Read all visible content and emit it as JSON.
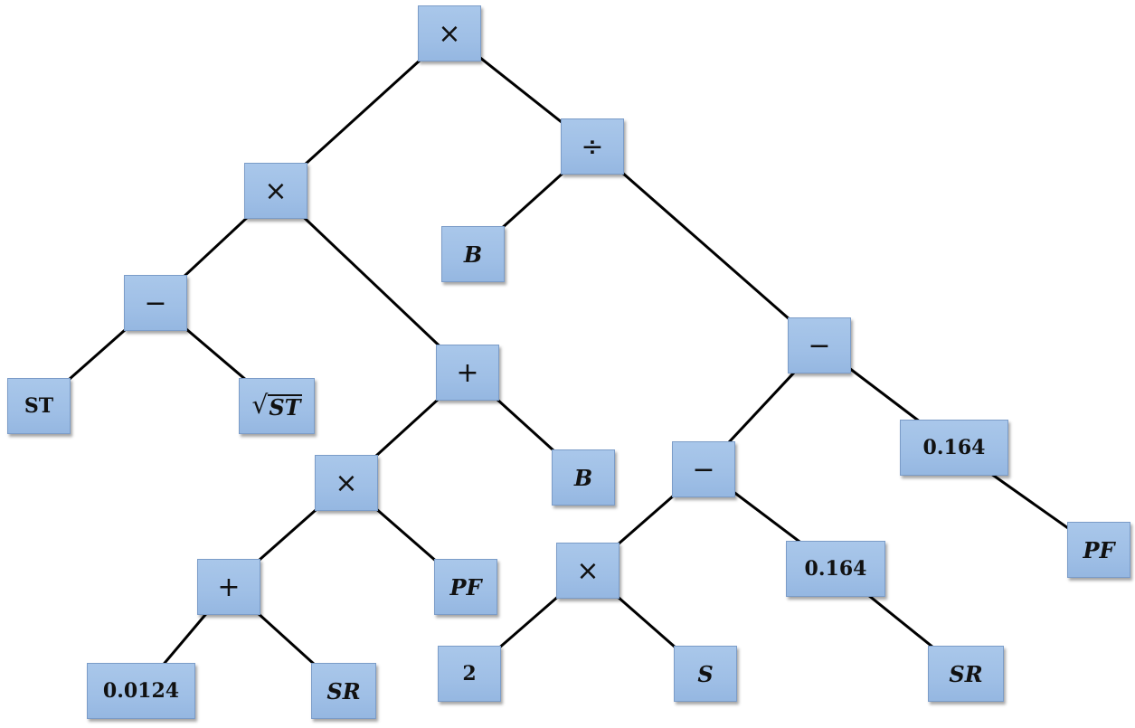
{
  "nodes": {
    "n1": {
      "label": "×",
      "kind": "operator"
    },
    "n2": {
      "label": "×",
      "kind": "operator"
    },
    "n3": {
      "label": "÷",
      "kind": "operator"
    },
    "n4": {
      "label": "B",
      "kind": "variable"
    },
    "n5": {
      "label": "−",
      "kind": "operator"
    },
    "n6": {
      "label": "ST",
      "kind": "variable"
    },
    "n7": {
      "label": "ST",
      "kind": "sqrt"
    },
    "n8": {
      "label": "+",
      "kind": "operator"
    },
    "n9": {
      "label": "×",
      "kind": "operator"
    },
    "n10": {
      "label": "B",
      "kind": "variable"
    },
    "n11": {
      "label": "+",
      "kind": "operator"
    },
    "n12": {
      "label": "PF",
      "kind": "variable"
    },
    "n13": {
      "label": "0.0124",
      "kind": "number"
    },
    "n14": {
      "label": "SR",
      "kind": "variable"
    },
    "n15": {
      "label": "−",
      "kind": "operator"
    },
    "n16": {
      "label": "−",
      "kind": "operator"
    },
    "n17": {
      "label": "0.164",
      "kind": "number"
    },
    "n18": {
      "label": "PF",
      "kind": "variable"
    },
    "n19": {
      "label": "×",
      "kind": "operator"
    },
    "n20": {
      "label": "0.164",
      "kind": "number"
    },
    "n21": {
      "label": "2",
      "kind": "number"
    },
    "n22": {
      "label": "S",
      "kind": "variable"
    },
    "n23": {
      "label": "SR",
      "kind": "variable"
    }
  },
  "edges": [
    [
      "n1",
      "n2"
    ],
    [
      "n1",
      "n3"
    ],
    [
      "n2",
      "n5"
    ],
    [
      "n2",
      "n8"
    ],
    [
      "n3",
      "n4"
    ],
    [
      "n3",
      "n15"
    ],
    [
      "n5",
      "n6"
    ],
    [
      "n5",
      "n7"
    ],
    [
      "n8",
      "n9"
    ],
    [
      "n8",
      "n10"
    ],
    [
      "n9",
      "n11"
    ],
    [
      "n9",
      "n12"
    ],
    [
      "n11",
      "n13"
    ],
    [
      "n11",
      "n14"
    ],
    [
      "n15",
      "n16"
    ],
    [
      "n15",
      "n17"
    ],
    [
      "n16",
      "n19"
    ],
    [
      "n16",
      "n20"
    ],
    [
      "n17",
      "n18"
    ],
    [
      "n19",
      "n21"
    ],
    [
      "n19",
      "n22"
    ],
    [
      "n20",
      "n23"
    ]
  ],
  "colors": {
    "node_fill": "#a3c2e8",
    "node_border": "#7b9cc8",
    "edge": "#000000"
  }
}
